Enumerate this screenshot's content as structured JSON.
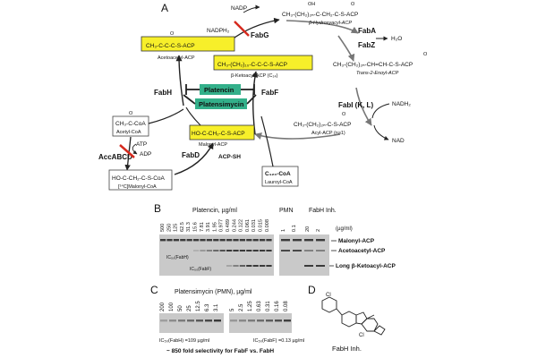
{
  "panels": {
    "a": "A",
    "b": "B",
    "c": "C",
    "d": "D"
  },
  "pathway": {
    "nadp_top": "NADP",
    "nadph2_left": "NADPH₂",
    "acetoacetyl_struct": "CH₃-C-C-C-S-ACP",
    "acetoacetyl_name": "Acetoacetyl-ACP",
    "hydroxyacyl_struct": "CH₃-(CH₂)₂ₙ-C-CH₂-C-S-ACP",
    "hydroxyacyl_name": "β-Hydroxyacyl-ACP",
    "ketoacyl_struct": "CH₃-(CH₂)₁₀-C-C-C-S-ACP",
    "ketoacyl_name": "β-Ketoacyl-ACP (C₁₄)",
    "enoyl_struct": "CH₃-(CH₂)₂ₙ-CH=CH-C-S-ACP",
    "enoyl_name": "Trans-2-Enoyl-ACP",
    "h2o": "H₂O",
    "nadh2": "NADH₂",
    "nad": "NAD",
    "acyl_struct": "CH₃-(CH₂)₂ₙ-C-S-ACP",
    "acyl_name": "Acyl-ACP (n≥1)",
    "acetylcoa_struct": "CH₃-C-CoA",
    "acetylcoa_name": "Acetyl-CoA",
    "malonylacp_struct": "HO-C-CH₂-C-S-ACP",
    "malonylacp_name": "Malonyl-ACP",
    "atp": "ATP",
    "adp": "ADP",
    "malonylcoa_struct": "HO-C-CH₂-C-S-CoA",
    "malonylcoa_name": "[¹⁴C]Malonyl-CoA",
    "lauroyl_struct": "C₁₂₀-CoA",
    "lauroyl_name": "Lauroyl-CoA",
    "acpsh": "ACP-SH",
    "oh": "OH",
    "o": "O"
  },
  "enzymes": {
    "fabg": "FabG",
    "faba": "FabA",
    "fabz": "FabZ",
    "fabi": "FabI (K, L)",
    "fabh": "FabH",
    "fabf": "FabF",
    "fabd": "FabD",
    "accabcd": "AccABCD"
  },
  "inhibitors": {
    "platencin": "Platencin",
    "platensimycin": "Platensimycin"
  },
  "colors": {
    "highlight": "#f7ef2a",
    "inhibitor": "#33b08a",
    "block": "#d62a1e",
    "gel_bg": "#c9c9c9",
    "band": "#3a3a3a"
  },
  "gel_b": {
    "header": "Platencin, µg/ml",
    "pmn_header": "PMN",
    "fabh_header": "FabH Inh.",
    "unit": "(µg/ml)",
    "platencin_conc": [
      "500",
      "250",
      "125",
      "62.5",
      "31.3",
      "15.6",
      "7.81",
      "3.91",
      "1.95",
      "0.977",
      "0.489",
      "0.244",
      "0.122",
      "0.061",
      "0.031",
      "0.015",
      "0.008"
    ],
    "pmn_conc": [
      "1",
      "0.1"
    ],
    "fabh_conc": [
      "20",
      "2"
    ],
    "band_labels": [
      "Malonyl-ACP",
      "Acetoacetyl-ACP",
      "Long β-Ketoacyl-ACP"
    ],
    "ic50_fabh": "IC₅₀(FabH)",
    "ic50_fabf": "IC₅₀(FabF)"
  },
  "gel_c": {
    "header": "Platensimycin (PMN), µg/ml",
    "conc_left": [
      "200",
      "100",
      "50",
      "25",
      "12.5",
      "6.3",
      "3.1"
    ],
    "conc_right": [
      "5",
      "2.5",
      "1.25",
      "0.63",
      "0.31",
      "0.16",
      "0.08"
    ],
    "ic50_fabh": "IC₅₀(FabH) =109 µg/ml",
    "ic50_fabf": "IC₅₀(FabF) =0.13 µg/ml",
    "selectivity": "~ 850 fold selectivity for FabF vs. FabH"
  },
  "panel_d": {
    "name": "FabH Inh.",
    "cl": "Cl"
  }
}
